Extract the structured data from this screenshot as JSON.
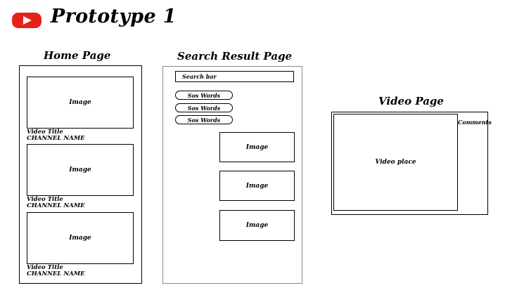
{
  "title": "Prototype 1",
  "logo_icon": "youtube-play-icon",
  "colors": {
    "logo_red": "#e62117"
  },
  "home": {
    "heading": "Home Page",
    "cards": [
      {
        "image_label": "Image",
        "video_title": "Video Title",
        "channel_name": "CHANNEL NAME"
      },
      {
        "image_label": "Image",
        "video_title": "Video Title",
        "channel_name": "CHANNEL NAME"
      },
      {
        "image_label": "Image",
        "video_title": "Video Title",
        "channel_name": "CHANNEL NAME"
      }
    ]
  },
  "search": {
    "heading": "Search Result Page",
    "search_bar": "Search bar",
    "chips": [
      "Sos Words",
      "Sos Words",
      "Sos Words"
    ],
    "results": [
      "Image",
      "Image",
      "Image"
    ]
  },
  "video": {
    "heading": "Video Page",
    "player_label": "Video place",
    "comments_label": "Comments"
  }
}
